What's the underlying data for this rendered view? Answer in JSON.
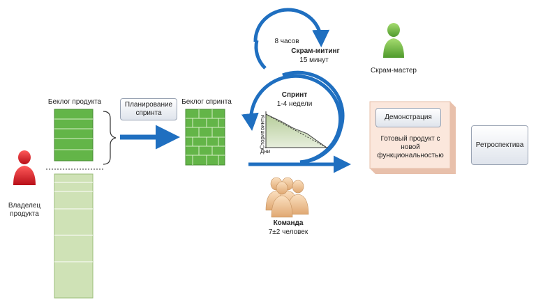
{
  "product_backlog": {
    "title": "Беклог продукта"
  },
  "product_owner": {
    "label_line1": "Владелец",
    "label_line2": "продукта"
  },
  "sprint_planning": {
    "label_line1": "Планирование",
    "label_line2": "спринта"
  },
  "sprint_backlog": {
    "title": "Беклог спринта"
  },
  "daily_scrum": {
    "duration_hours": "8 часов",
    "title": "Скрам-митинг",
    "duration_minutes": "15 минут"
  },
  "scrum_master": {
    "label": "Скрам-мастер"
  },
  "sprint": {
    "title": "Спринт",
    "duration": "1-4 недели"
  },
  "burndown": {
    "ylabel": "Сторипоинты",
    "xlabel": "Дни"
  },
  "team": {
    "title": "Команда",
    "size": "7±2 человек"
  },
  "demo": {
    "button": "Демонстрация",
    "text_line1": "Готовый продукт с",
    "text_line2": "новой",
    "text_line3": "функциональностью"
  },
  "retrospective": {
    "label": "Ретроспектива"
  },
  "colors": {
    "arrow_blue": "#1f6fc0",
    "backlog_green": "#63b548",
    "backlog_pale": "#cfe2b6",
    "person_red": "#e0202a",
    "person_green": "#77c043",
    "team_tan": "#f2c89a",
    "demo_fill": "#fbe7dc"
  }
}
